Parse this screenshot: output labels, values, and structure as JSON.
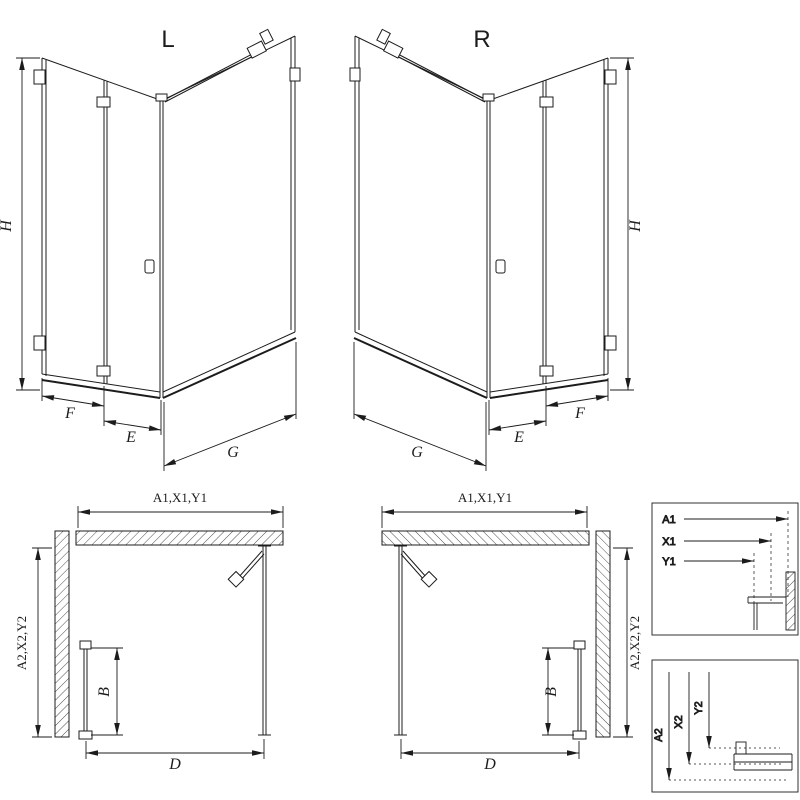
{
  "page": {
    "background": "#ffffff",
    "line_color": "#1c1c1c"
  },
  "iso_views": {
    "left": {
      "label": "L",
      "dim_height": "H",
      "dim_fixed": "F",
      "dim_door": "E",
      "dim_side": "G"
    },
    "right": {
      "label": "R",
      "dim_height": "H",
      "dim_fixed": "F",
      "dim_door": "E",
      "dim_side": "G"
    }
  },
  "plan_views": {
    "left": {
      "dim_width": "A1,X1,Y1",
      "dim_depth": "A2,X2,Y2",
      "dim_door": "B",
      "dim_entry": "D"
    },
    "right": {
      "dim_width": "A1,X1,Y1",
      "dim_depth": "A2,X2,Y2",
      "dim_door": "B",
      "dim_entry": "D"
    }
  },
  "detail_views": {
    "width": {
      "labels": [
        "A1",
        "X1",
        "Y1"
      ]
    },
    "depth": {
      "labels": [
        "A2",
        "X2",
        "Y2"
      ]
    }
  }
}
